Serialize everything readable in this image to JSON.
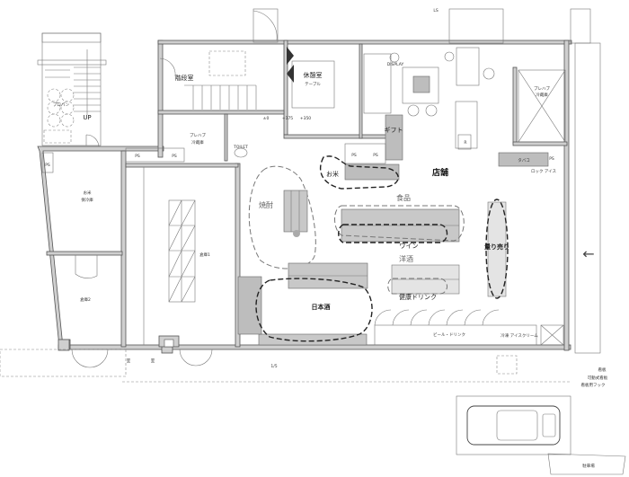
{
  "plan": {
    "labels": {
      "stair_room": "階段室",
      "up": "UP",
      "propane": "プロパン",
      "rest_room": "休憩室",
      "table_note": "テーブル",
      "display": "DISPLAY",
      "gift": "ギフト",
      "store": "店舗",
      "rice": "お米",
      "food": "食品",
      "wine": "ワイン",
      "shochu": "焼酎",
      "bulk": "量り売り",
      "western_liquor": "洋酒",
      "health_drink": "健康ドリンク",
      "sake": "日本酒",
      "storage1": "倉庫1",
      "storage2": "倉庫2",
      "rice_cold_line1": "お米",
      "rice_cold_line2": "保冷庫",
      "prefab_line1": "プレハブ",
      "prefab_line2": "冷蔵庫",
      "prefab2_line1": "プレハブ",
      "prefab2_line2": "冷蔵庫",
      "toilet": "TOILET",
      "tobacco": "タバコ",
      "register": "R",
      "level0": "±0",
      "level175": "+175",
      "level350": "+350",
      "slope": "1/5",
      "ls": "LS",
      "rock_ice": "ロック アイス",
      "ice_cream": "冷凍 アイスクリーム",
      "beer": "ビール・ドリンク",
      "ps": "PS",
      "outdoor_unit": "室",
      "signboard": "看板",
      "movable_sign": "可動式看板",
      "sign_hook": "看板用フック",
      "parking": "駐車場",
      "entrance_arrow": "←"
    }
  }
}
